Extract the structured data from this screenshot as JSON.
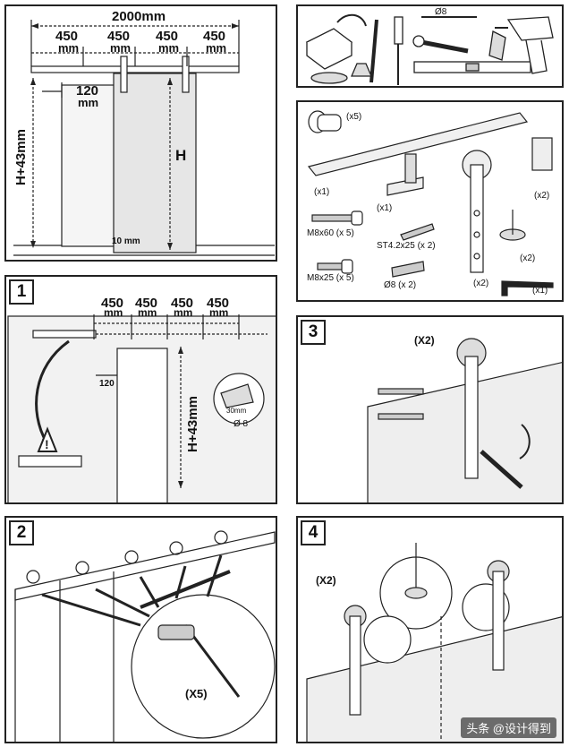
{
  "overview": {
    "total_width": "2000mm",
    "spacing": [
      "450",
      "450",
      "450",
      "450"
    ],
    "spacing_unit": "mm",
    "offset_120": "120",
    "offset_unit": "mm",
    "height_label": "H",
    "height_plus": "H+43mm",
    "gap": "10 mm"
  },
  "tools_panel": {
    "drill_size": "Ø8"
  },
  "parts": {
    "x5": "(x5)",
    "x1_rail": "(x1)",
    "x1_guide": "(x1)",
    "x2_stop": "(x2)",
    "bolt_m8x60": "M8x60 (x 5)",
    "screw_st": "ST4.2x25 (x 2)",
    "x2_bumper": "(x2)",
    "bolt_m8x25": "M8x25 (x 5)",
    "anchor": "Ø8 (x 2)",
    "x2_hanger": "(x2)",
    "x1_key": "(x1)"
  },
  "step1": {
    "number": "1",
    "spacing": [
      "450",
      "450",
      "450",
      "450"
    ],
    "unit": "mm",
    "offset": "120",
    "height": "H+43mm",
    "depth": "30mm",
    "drill": "Ø 8"
  },
  "step2": {
    "number": "2",
    "qty": "(X5)"
  },
  "step3": {
    "number": "3",
    "qty": "(X2)"
  },
  "step4": {
    "number": "4",
    "qty": "(X2)"
  },
  "watermark": "头条 @设计得到",
  "colors": {
    "line": "#222222",
    "door_fill": "#e6e6e6",
    "wall_fill": "#f2f2f2"
  }
}
